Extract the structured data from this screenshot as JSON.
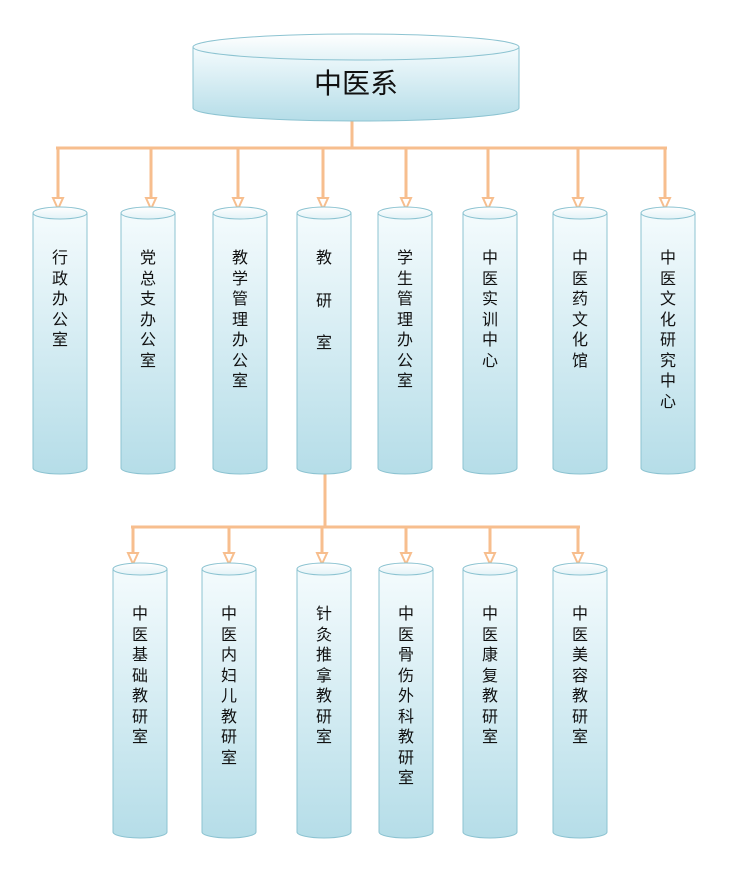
{
  "root": {
    "label": "中医系"
  },
  "departments": [
    {
      "label": "行政办公室"
    },
    {
      "label": "党总支办公室"
    },
    {
      "label": "教学管理办公室"
    },
    {
      "label": "教 研 室"
    },
    {
      "label": "学生管理办公室"
    },
    {
      "label": "中医实训中心"
    },
    {
      "label": "中医药文化馆"
    },
    {
      "label": "中医文化研究中心"
    }
  ],
  "teaching_sections": [
    {
      "label": "中医基础教研室"
    },
    {
      "label": "中医内妇儿教研室"
    },
    {
      "label": "针灸推拿教研室"
    },
    {
      "label": "中医骨伤外科教研室"
    },
    {
      "label": "中医康复教研室"
    },
    {
      "label": "中医美容教研室"
    }
  ],
  "colors": {
    "connector": "#f7be8e",
    "cylinder_light": "#f4fbfd",
    "cylinder_dark": "#b5dde8",
    "cylinder_edge": "#8cc3d1"
  }
}
